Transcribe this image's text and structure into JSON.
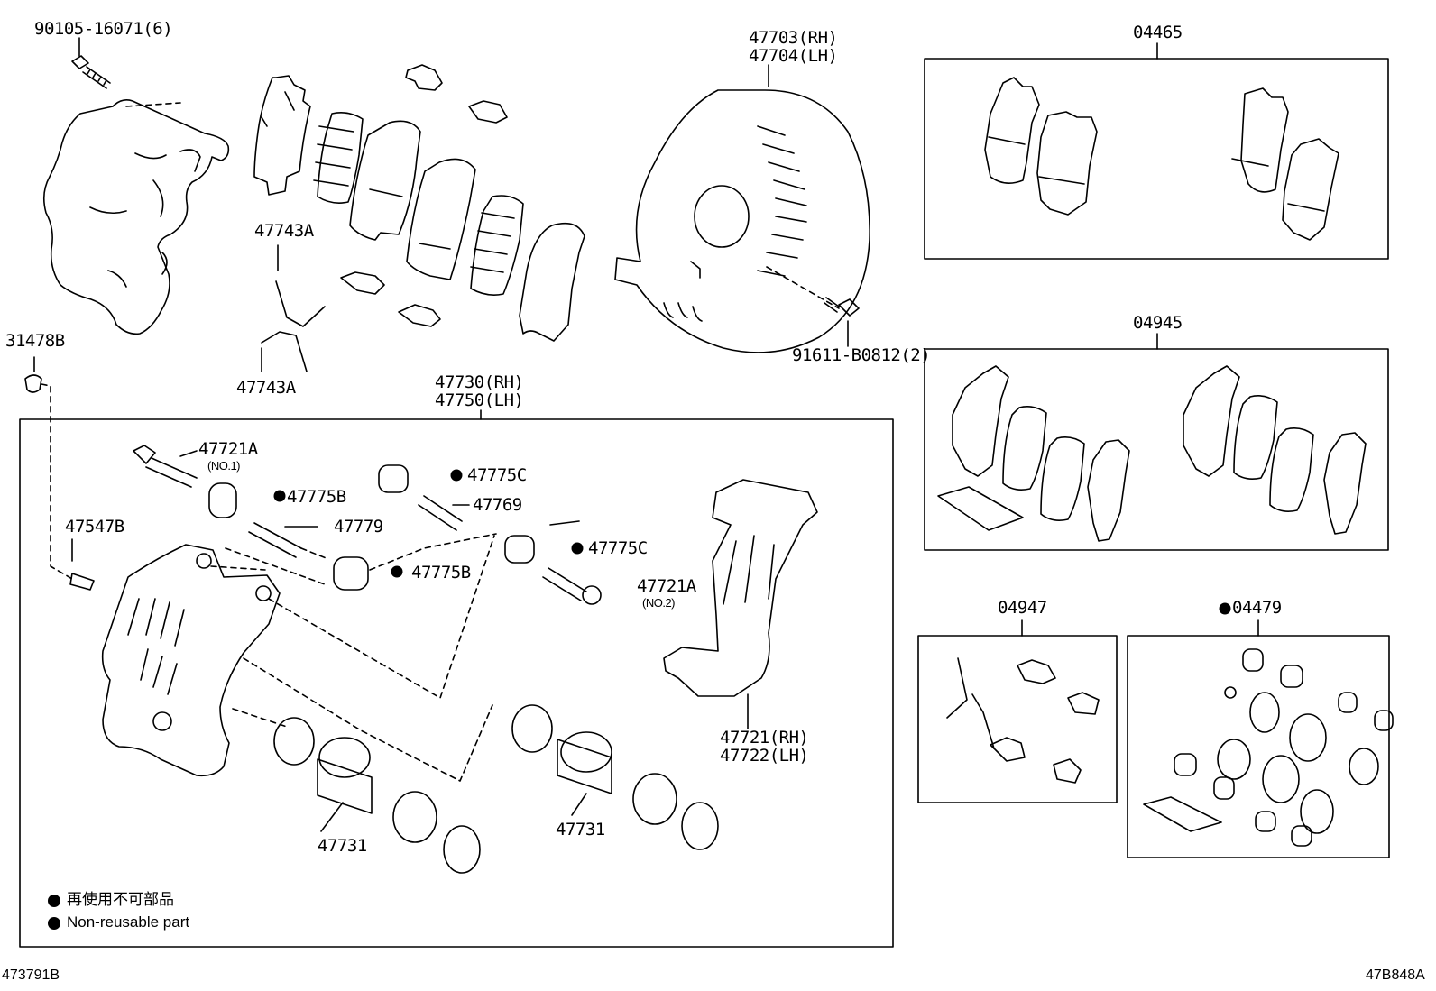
{
  "parts": {
    "p90105": "90105-16071(6)",
    "p47703": "47703(RH)",
    "p47704": "47704(LH)",
    "p04465": "04465",
    "p47743a_top": "47743A",
    "p47743a_bot": "47743A",
    "p31478b": "31478B",
    "p91611": "91611-B0812(2)",
    "p04945": "04945",
    "p47730": "47730(RH)",
    "p47750": "47750(LH)",
    "p47721a_1": "47721A",
    "p47721a_1_sub": "(NO.1)",
    "p47775c_1": "47775C",
    "p47775b_1": "47775B",
    "p47769": "47769",
    "p47547b": "47547B",
    "p47779": "47779",
    "p47775c_2": "47775C",
    "p47775b_2": "47775B",
    "p47721a_2": "47721A",
    "p47721a_2_sub": "(NO.2)",
    "p04947": "04947",
    "p04479": "04479",
    "p47721": "47721(RH)",
    "p47722": "47722(LH)",
    "p47731_a": "47731",
    "p47731_b": "47731"
  },
  "legend": {
    "jp": "再使用不可部品",
    "en": "Non-reusable part"
  },
  "footer": {
    "left": "473791B",
    "right": "47B848A"
  }
}
